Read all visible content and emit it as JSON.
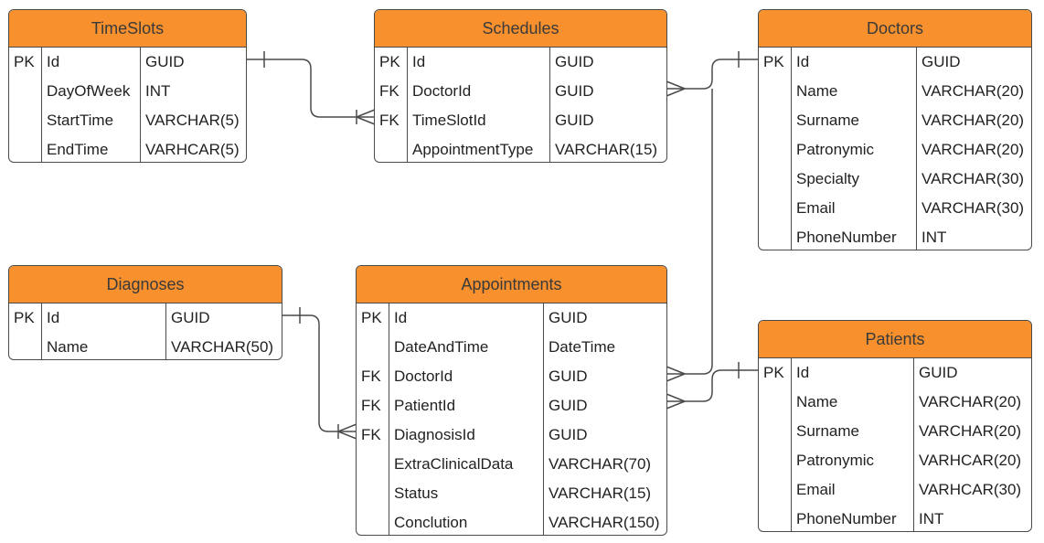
{
  "entities": [
    {
      "title": "TimeSlots",
      "rows": [
        {
          "key": "PK",
          "name": "Id",
          "type": "GUID"
        },
        {
          "key": "",
          "name": "DayOfWeek",
          "type": "INT"
        },
        {
          "key": "",
          "name": "StartTime",
          "type": "VARCHAR(5)"
        },
        {
          "key": "",
          "name": "EndTime",
          "type": "VARHCAR(5)"
        }
      ]
    },
    {
      "title": "Schedules",
      "rows": [
        {
          "key": "PK",
          "name": "Id",
          "type": "GUID"
        },
        {
          "key": "FK",
          "name": "DoctorId",
          "type": "GUID"
        },
        {
          "key": "FK",
          "name": "TimeSlotId",
          "type": "GUID"
        },
        {
          "key": "",
          "name": "AppointmentType",
          "type": "VARCHAR(15)"
        }
      ]
    },
    {
      "title": "Doctors",
      "rows": [
        {
          "key": "PK",
          "name": "Id",
          "type": "GUID"
        },
        {
          "key": "",
          "name": "Name",
          "type": "VARCHAR(20)"
        },
        {
          "key": "",
          "name": "Surname",
          "type": "VARCHAR(20)"
        },
        {
          "key": "",
          "name": "Patronymic",
          "type": "VARCHAR(20)"
        },
        {
          "key": "",
          "name": "Specialty",
          "type": "VARCHAR(30)"
        },
        {
          "key": "",
          "name": "Email",
          "type": "VARCHAR(30)"
        },
        {
          "key": "",
          "name": "PhoneNumber",
          "type": "INT"
        }
      ]
    },
    {
      "title": "Diagnoses",
      "rows": [
        {
          "key": "PK",
          "name": "Id",
          "type": "GUID"
        },
        {
          "key": "",
          "name": "Name",
          "type": "VARCHAR(50)"
        }
      ]
    },
    {
      "title": "Appointments",
      "rows": [
        {
          "key": "PK",
          "name": "Id",
          "type": "GUID"
        },
        {
          "key": "",
          "name": "DateAndTime",
          "type": "DateTime"
        },
        {
          "key": "FK",
          "name": "DoctorId",
          "type": "GUID"
        },
        {
          "key": "FK",
          "name": "PatientId",
          "type": "GUID"
        },
        {
          "key": "FK",
          "name": "DiagnosisId",
          "type": "GUID"
        },
        {
          "key": "",
          "name": "ExtraClinicalData",
          "type": "VARCHAR(70)"
        },
        {
          "key": "",
          "name": "Status",
          "type": "VARCHAR(15)"
        },
        {
          "key": "",
          "name": "Conclution",
          "type": "VARCHAR(150)"
        }
      ]
    },
    {
      "title": "Patients",
      "rows": [
        {
          "key": "PK",
          "name": "Id",
          "type": "GUID"
        },
        {
          "key": "",
          "name": "Name",
          "type": "VARCHAR(20)"
        },
        {
          "key": "",
          "name": "Surname",
          "type": "VARCHAR(20)"
        },
        {
          "key": "",
          "name": "Patronymic",
          "type": "VARHCAR(20)"
        },
        {
          "key": "",
          "name": "Email",
          "type": "VARHCAR(30)"
        },
        {
          "key": "",
          "name": "PhoneNumber",
          "type": "INT"
        }
      ]
    }
  ],
  "relations": [
    {
      "from": "TimeSlots.Id",
      "to": "Schedules.TimeSlotId",
      "cardinality": "one-to-many"
    },
    {
      "from": "Doctors.Id",
      "to": "Schedules.DoctorId",
      "cardinality": "one-to-many"
    },
    {
      "from": "Doctors.Id",
      "to": "Appointments.DoctorId",
      "cardinality": "one-to-many"
    },
    {
      "from": "Patients.Id",
      "to": "Appointments.PatientId",
      "cardinality": "one-to-many"
    },
    {
      "from": "Diagnoses.Id",
      "to": "Appointments.DiagnosisId",
      "cardinality": "one-to-many"
    }
  ],
  "colors": {
    "header": "#f7902d",
    "border": "#4a4a4a",
    "text": "#222222"
  }
}
